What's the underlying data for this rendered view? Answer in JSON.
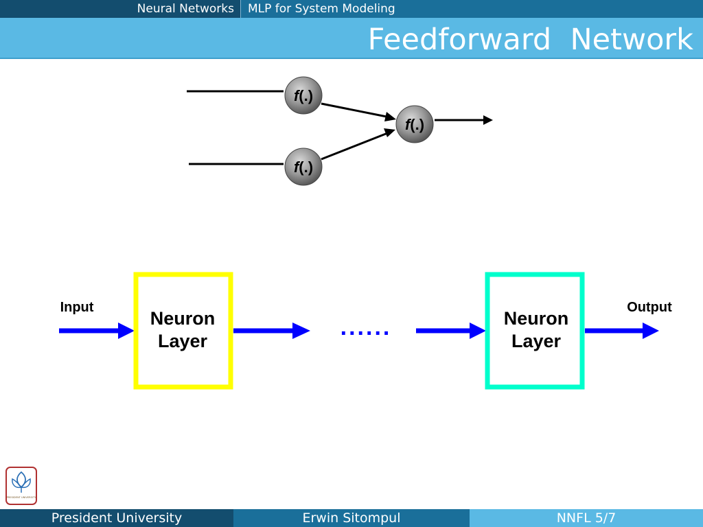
{
  "header": {
    "breadcrumb_section": "Neural Networks",
    "breadcrumb_topic": "MLP for System Modeling",
    "title": "Feedforward  Network"
  },
  "network": {
    "node_label_fn": "f",
    "node_label_arg": "(.)"
  },
  "layers": {
    "input_label": "Input",
    "output_label": "Output",
    "first_layer_line1": "Neuron",
    "first_layer_line2": "Layer",
    "last_layer_line1": "Neuron",
    "last_layer_line2": "Layer",
    "ellipsis": "......",
    "first_layer_color": "#ffff00",
    "last_layer_color": "#00ffcc",
    "arrow_color": "#0000ff"
  },
  "footer": {
    "institution": "President University",
    "author": "Erwin Sitompul",
    "slide_ref": "NNFL 5/7"
  },
  "logo": {
    "icon": "president-university-logo-icon",
    "caption": "PRESIDENT UNIVERSITY"
  }
}
